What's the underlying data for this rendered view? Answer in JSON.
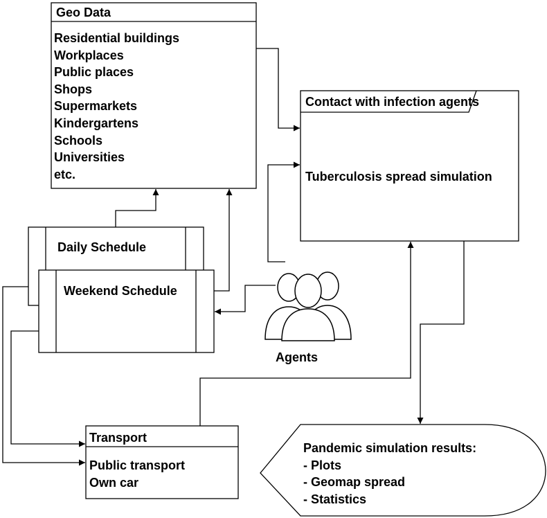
{
  "geo_data": {
    "title": "Geo Data",
    "items": [
      "Residential buildings",
      "Workplaces",
      "Public places",
      "Shops",
      "Supermarkets",
      "Kindergartens",
      "Schools",
      "Universities",
      "etc."
    ]
  },
  "contact": {
    "title": "Contact with infection agents",
    "subtitle": "Tuberculosis spread simulation"
  },
  "daily_schedule": {
    "label": "Daily Schedule"
  },
  "weekend_schedule": {
    "label": "Weekend Schedule"
  },
  "agents": {
    "label": "Agents"
  },
  "transport": {
    "title": "Transport",
    "items": [
      "Public transport",
      "Own car"
    ]
  },
  "results": {
    "title": "Pandemic simulation results:",
    "items": [
      "- Plots",
      "- Geomap spread",
      "- Statistics"
    ]
  }
}
